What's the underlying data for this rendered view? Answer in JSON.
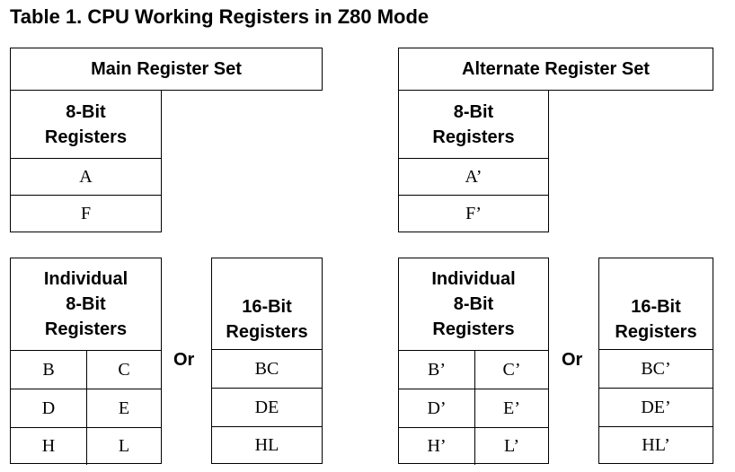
{
  "title": "Table 1.  CPU Working Registers in Z80 Mode",
  "main": {
    "set_header": "Main Register Set",
    "eight_bit_header": [
      "8-Bit",
      "Registers"
    ],
    "eight_bit": [
      "A",
      "F"
    ],
    "individual_header": [
      "Individual",
      "8-Bit",
      "Registers"
    ],
    "pairs": [
      [
        "B",
        "C"
      ],
      [
        "D",
        "E"
      ],
      [
        "H",
        "L"
      ]
    ],
    "or": "Or",
    "sixteen_header": [
      "16-Bit",
      "Registers"
    ],
    "sixteen": [
      "BC",
      "DE",
      "HL"
    ]
  },
  "alt": {
    "set_header": "Alternate Register Set",
    "eight_bit_header": [
      "8-Bit",
      "Registers"
    ],
    "eight_bit": [
      "A’",
      "F’"
    ],
    "individual_header": [
      "Individual",
      "8-Bit",
      "Registers"
    ],
    "pairs": [
      [
        "B’",
        "C’"
      ],
      [
        "D’",
        "E’"
      ],
      [
        "H’",
        "L’"
      ]
    ],
    "or": "Or",
    "sixteen_header": [
      "16-Bit",
      "Registers"
    ],
    "sixteen": [
      "BC’",
      "DE’",
      "HL’"
    ]
  }
}
